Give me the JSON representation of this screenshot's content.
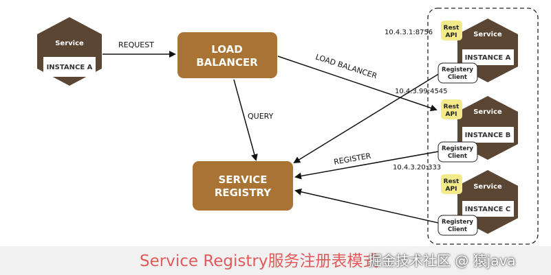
{
  "diagram": {
    "client": {
      "top_label": "Service",
      "bottom_label": "INSTANCE A"
    },
    "load_balancer": {
      "line1": "LOAD",
      "line2": "BALANCER"
    },
    "service_registry": {
      "line1": "SERVICE",
      "line2": "REGISTRY"
    },
    "edges": {
      "request": "REQUEST",
      "query": "QUERY",
      "load_balancer": "LOAD BALANCER",
      "register": "REGISTER"
    },
    "instances": [
      {
        "address": "10.4.3.1:8756",
        "rest_line1": "Rest",
        "rest_line2": "API",
        "top_label": "Service",
        "bottom_label": "INSTANCE A",
        "client_line1": "Registery",
        "client_line2": "Client"
      },
      {
        "address": "10.4.3.99:4545",
        "rest_line1": "Rest",
        "rest_line2": "API",
        "top_label": "Service",
        "bottom_label": "INSTANCE B",
        "client_line1": "Registery",
        "client_line2": "Client"
      },
      {
        "address": "10.4.3.20:333",
        "rest_line1": "Rest",
        "rest_line2": "API",
        "top_label": "Service",
        "bottom_label": "INSTANCE C",
        "client_line1": "Registery",
        "client_line2": "Client"
      }
    ],
    "caption": "Service Registry服务注册表模式",
    "watermark": "掘金技术社区 @ 猿java",
    "colors": {
      "hex_dark": "#5b4634",
      "box_brown": "#a97433",
      "rest_yellow": "#f4ea8a",
      "caption_red": "#e25a5a",
      "arrow": "#111111"
    }
  }
}
